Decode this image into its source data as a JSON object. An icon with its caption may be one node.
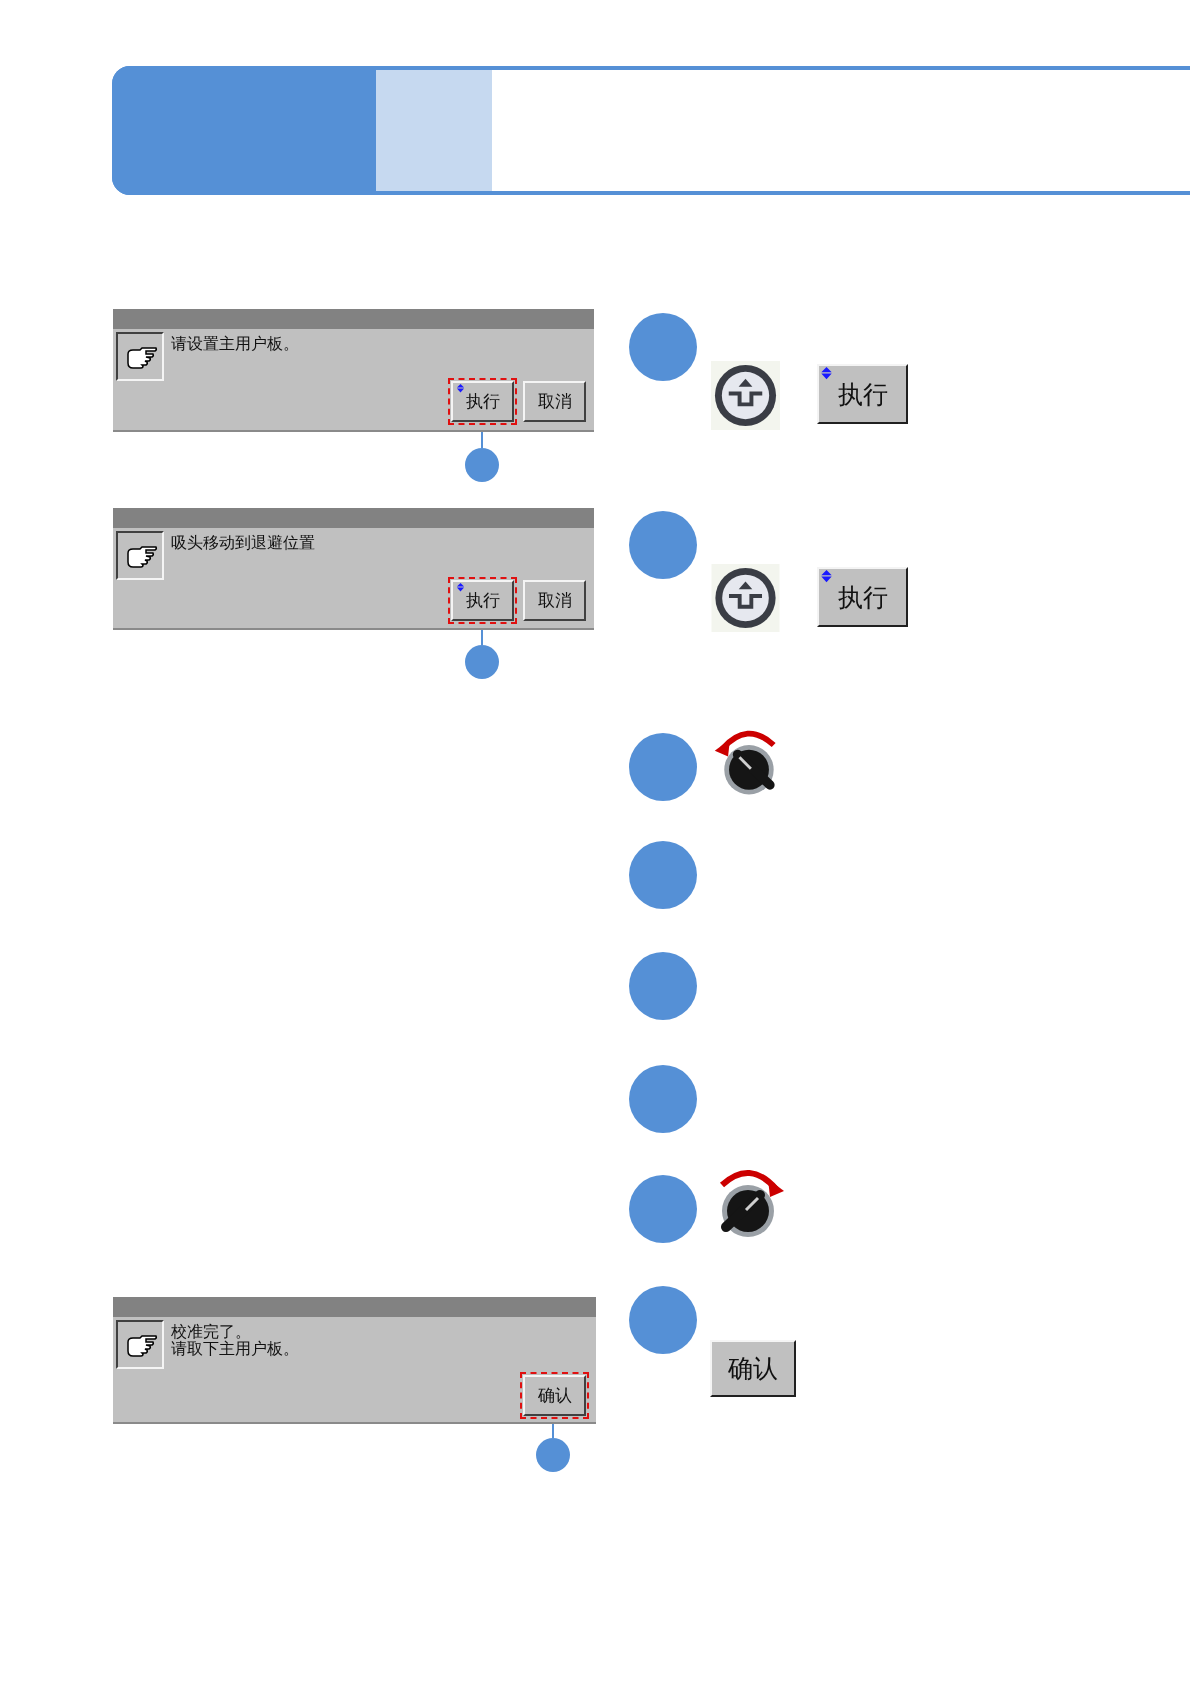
{
  "diagram": {
    "nodes": [
      {
        "text": [
          "请设置主用户板。"
        ]
      },
      {
        "text": [
          "执行"
        ],
        "in": 0
      },
      {
        "text": [
          "取消"
        ],
        "in": 0
      },
      {
        "text": [],
        "shape": "circle"
      },
      {
        "text": [
          "执行"
        ]
      },
      {
        "text": [],
        "shape": "circle"
      },
      {
        "text": [
          "吸头移动到退避位置"
        ]
      },
      {
        "text": [
          "执行"
        ],
        "in": 6
      },
      {
        "text": [
          "取消"
        ],
        "in": 6
      },
      {
        "text": [],
        "shape": "circle"
      },
      {
        "text": [
          "执行"
        ]
      },
      {
        "text": [],
        "shape": "circle"
      },
      {
        "text": [],
        "shape": "circle"
      },
      {
        "text": [],
        "shape": "circle"
      },
      {
        "text": [],
        "shape": "circle"
      },
      {
        "text": [],
        "shape": "circle"
      },
      {
        "text": [],
        "shape": "circle"
      },
      {
        "text": [
          "校准完了。",
          "请取下主用户板。"
        ]
      },
      {
        "text": [
          "确认"
        ],
        "in": 17
      },
      {
        "text": [],
        "shape": "circle"
      },
      {
        "text": [
          "确认"
        ]
      },
      {
        "text": [],
        "shape": "circle"
      }
    ],
    "edges": [
      {
        "from": 5,
        "to": 1,
        "arrow": "none"
      },
      {
        "from": 11,
        "to": 7,
        "arrow": "none"
      },
      {
        "from": 21,
        "to": 18,
        "arrow": "none"
      }
    ]
  }
}
